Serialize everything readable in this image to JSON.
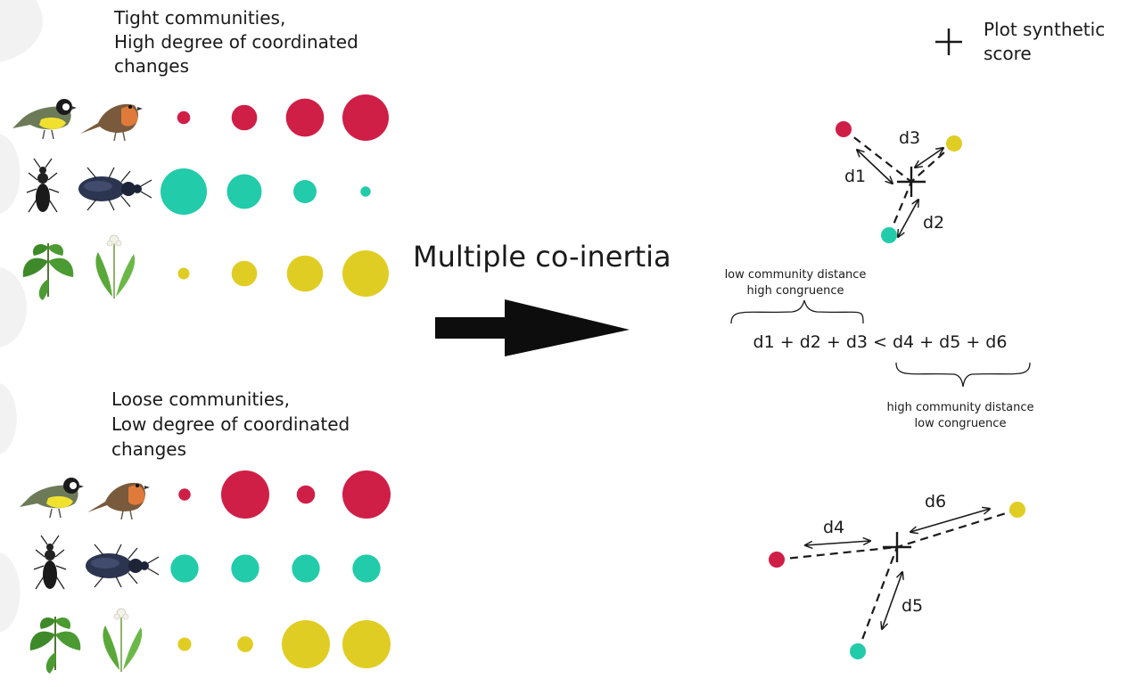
{
  "colors": {
    "birds": "#cf1f47",
    "beetles": "#22cba9",
    "plants": "#e0cd24",
    "ink": "#1a1a1a",
    "arrow": "#0d0d0d"
  },
  "top_panel": {
    "title_lines": [
      "Tight communities,",
      "High degree of coordinated",
      "changes"
    ],
    "rows": [
      {
        "group": "birds",
        "icon": "bird-pair-icon",
        "sizes": [
          0.28,
          0.55,
          0.82,
          1.0
        ]
      },
      {
        "group": "beetles",
        "icon": "beetle-pair-icon",
        "sizes": [
          1.0,
          0.75,
          0.5,
          0.22
        ]
      },
      {
        "group": "plants",
        "icon": "plant-pair-icon",
        "sizes": [
          0.25,
          0.55,
          0.78,
          1.0
        ]
      }
    ]
  },
  "bottom_panel": {
    "title_lines": [
      "Loose communities,",
      "Low degree of coordinated",
      "changes"
    ],
    "rows": [
      {
        "group": "birds",
        "icon": "bird-pair-icon",
        "sizes": [
          0.25,
          1.0,
          0.38,
          1.0
        ]
      },
      {
        "group": "beetles",
        "icon": "beetle-pair-icon",
        "sizes": [
          0.58,
          0.58,
          0.58,
          0.58
        ]
      },
      {
        "group": "plants",
        "icon": "plant-pair-icon",
        "sizes": [
          0.28,
          0.33,
          1.0,
          1.0
        ]
      }
    ]
  },
  "method": {
    "label": "Multiple co-inertia"
  },
  "legend": {
    "symbol": "+",
    "label_lines": [
      "Plot synthetic",
      "score"
    ]
  },
  "tight_plot": {
    "distances": [
      "d1",
      "d2",
      "d3"
    ]
  },
  "loose_plot": {
    "distances": [
      "d4",
      "d5",
      "d6"
    ]
  },
  "formula": {
    "text": "d1 + d2 + d3 < d4 + d5 + d6"
  },
  "annotations": {
    "left_lines": [
      "low community distance",
      "high congruence"
    ],
    "right_lines": [
      "high community distance",
      "low congruence"
    ]
  }
}
